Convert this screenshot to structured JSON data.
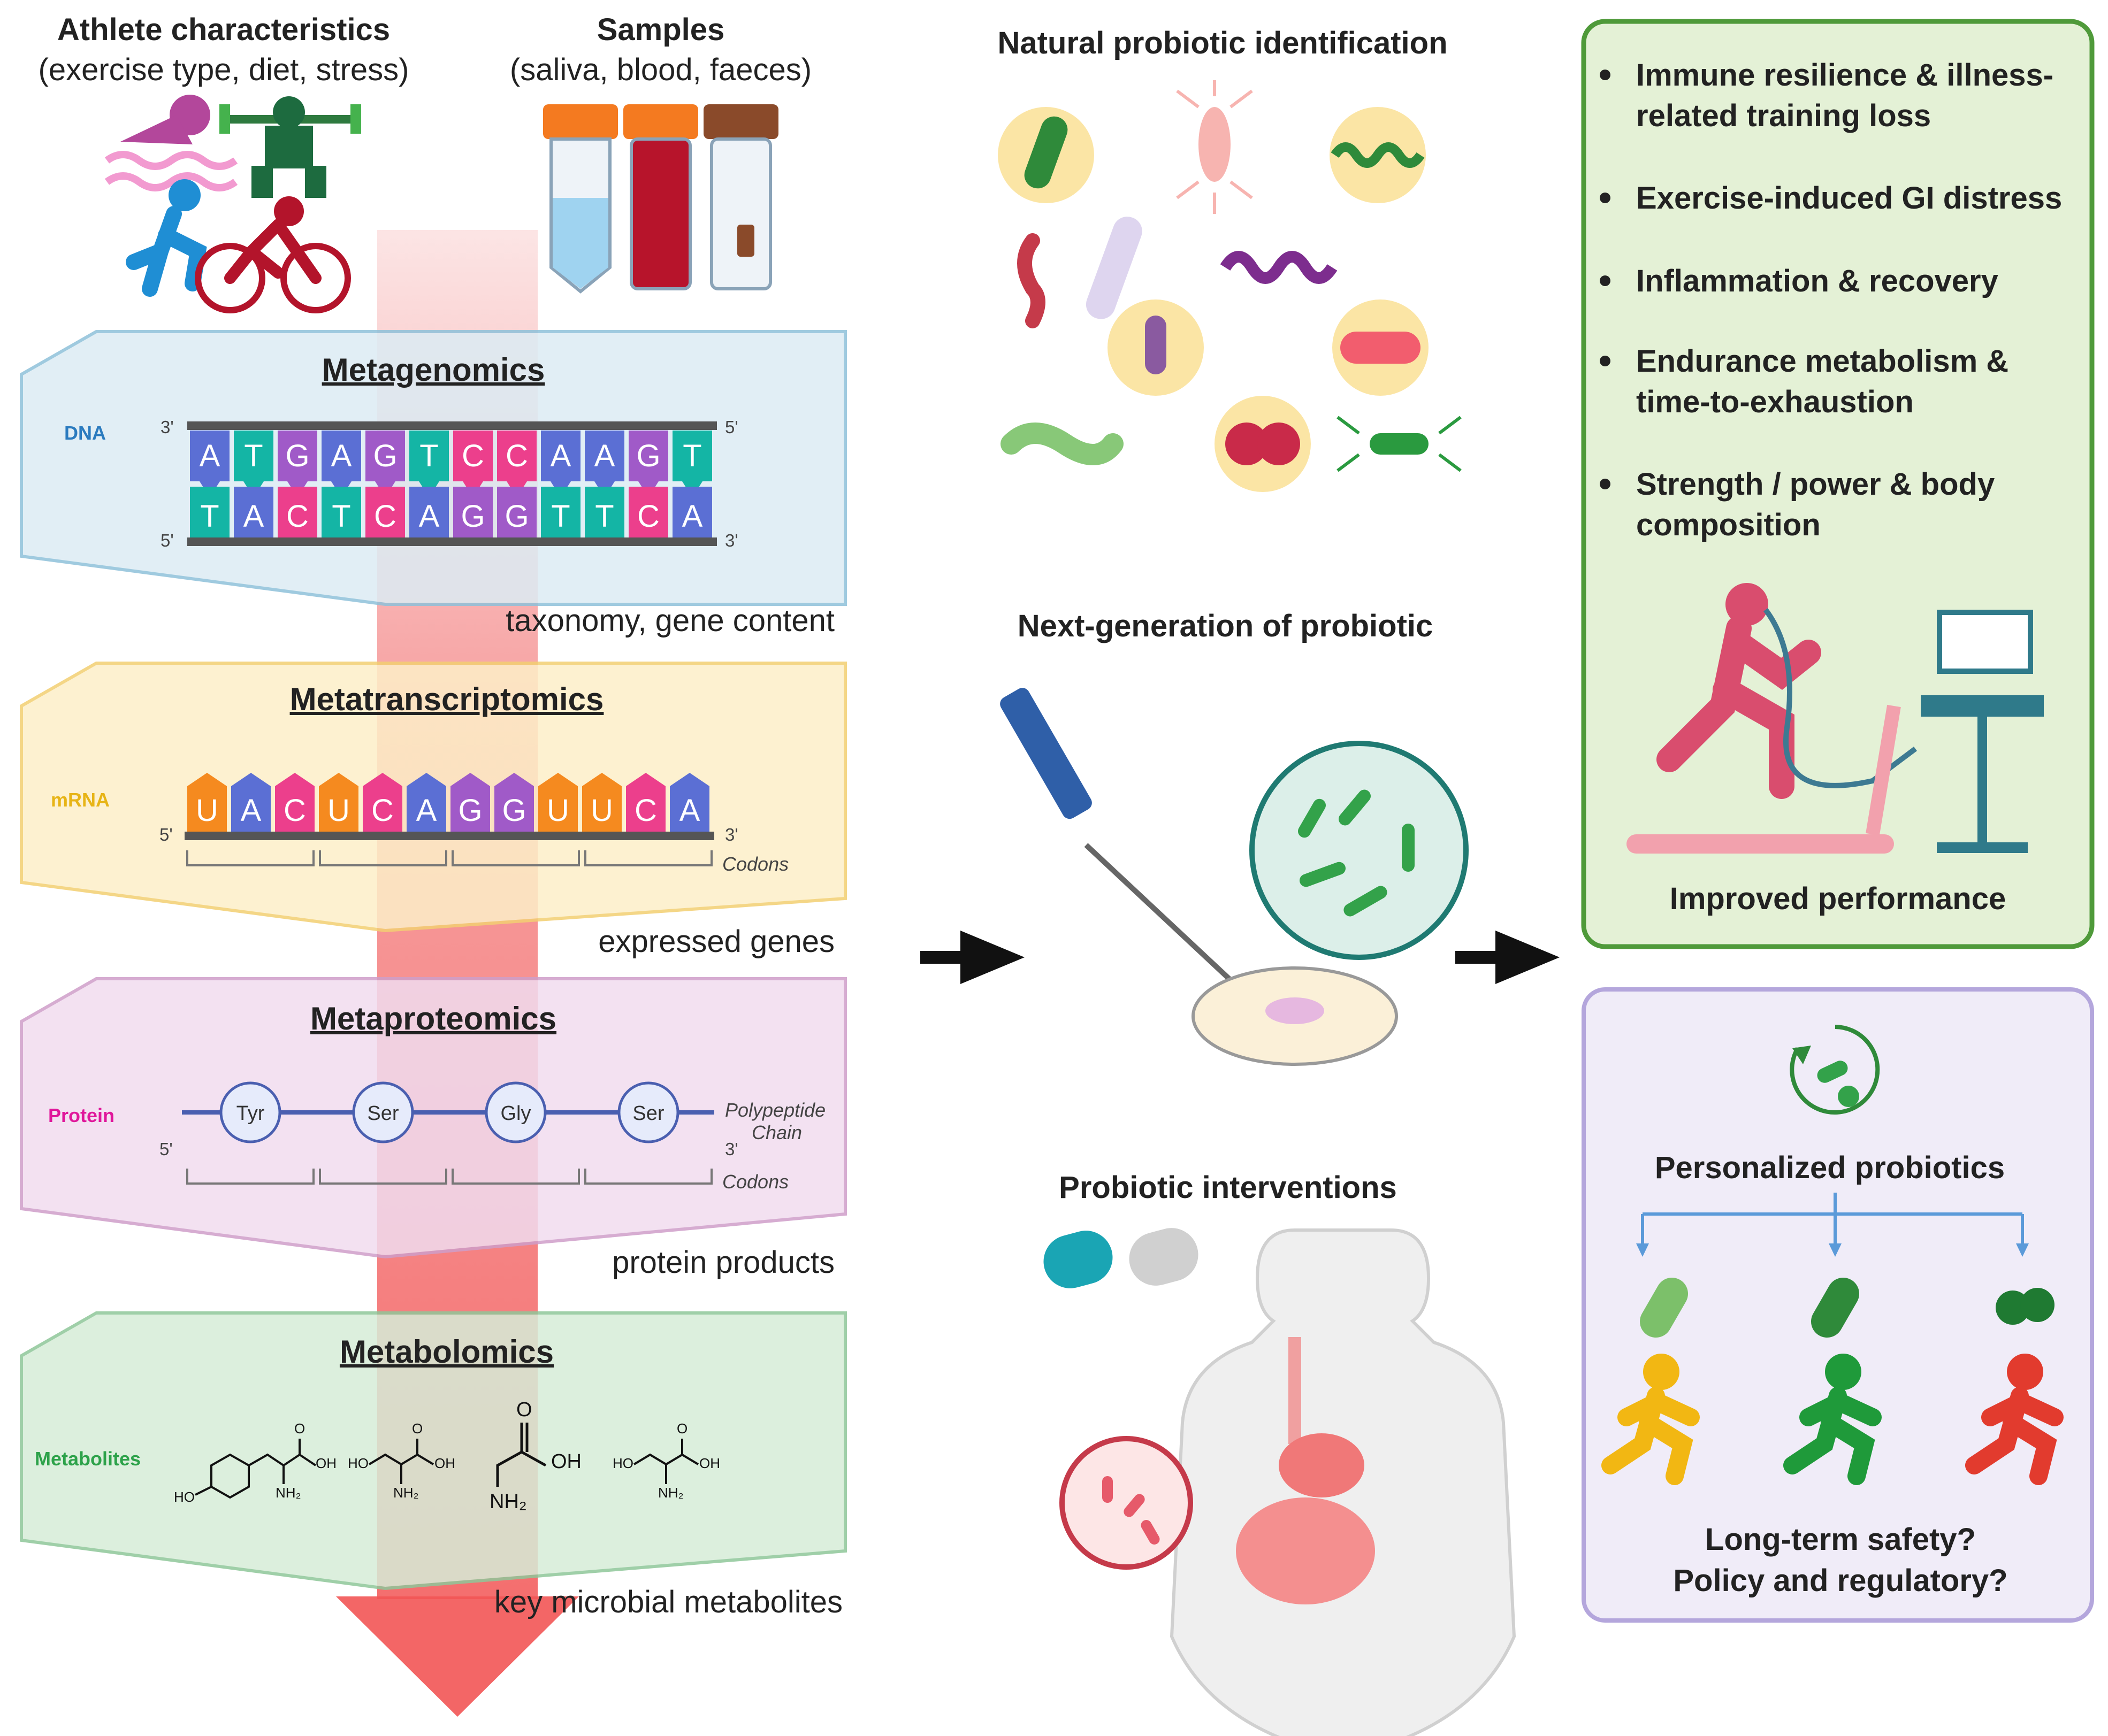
{
  "header": {
    "athlete_title": "Athlete characteristics",
    "athlete_sub": "(exercise type, diet, stress)",
    "samples_title": "Samples",
    "samples_sub": "(saliva, blood, faeces)"
  },
  "layers": [
    {
      "title": "Metagenomics",
      "side_label": "DNA",
      "caption": "taxonomy, gene content",
      "color": "#dcecf4",
      "stroke": "#8fc1da",
      "label_color": "#2b7bbf"
    },
    {
      "title": "Metatranscriptomics",
      "side_label": "mRNA",
      "caption": "expressed genes",
      "color": "#fdefc8",
      "stroke": "#f3cf72",
      "label_color": "#e7b416"
    },
    {
      "title": "Metaproteomics",
      "side_label": "Protein",
      "caption": "protein products",
      "color": "#f1dcef",
      "stroke": "#cf9ec9",
      "label_color": "#e0179b"
    },
    {
      "title": "Metabolomics",
      "side_label": "Metabolites",
      "caption": "key microbial metabolites",
      "color": "#d6edd8",
      "stroke": "#8fc79a",
      "label_color": "#2da24a"
    }
  ],
  "dna": {
    "top": [
      "A",
      "T",
      "G",
      "A",
      "G",
      "T",
      "C",
      "C",
      "A",
      "A",
      "G",
      "T"
    ],
    "bottom": [
      "T",
      "A",
      "C",
      "T",
      "C",
      "A",
      "G",
      "G",
      "T",
      "T",
      "C",
      "A"
    ],
    "end_3": "3'",
    "end_5": "5'"
  },
  "mrna": {
    "bases": [
      "U",
      "A",
      "C",
      "U",
      "C",
      "A",
      "G",
      "G",
      "U",
      "U",
      "C",
      "A"
    ],
    "end_5": "5'",
    "end_3": "3'",
    "codons_label": "Codons"
  },
  "protein": {
    "amino_acids": [
      "Tyr",
      "Ser",
      "Gly",
      "Ser"
    ],
    "chain_line1": "Polypeptide",
    "chain_line2": "Chain",
    "end_5": "5'",
    "end_3": "3'",
    "codons_label": "Codons"
  },
  "metabolites": {
    "ho": "HO",
    "oh": "OH",
    "o": "O",
    "nh2": "NH₂"
  },
  "middle": {
    "identification_title": "Natural probiotic identification",
    "nextgen_title": "Next-generation of probiotic",
    "interventions_title": "Probiotic interventions"
  },
  "outcomes": {
    "bullets": [
      {
        "line1": "Immune resilience & illness-",
        "line2": "related training loss"
      },
      {
        "line1": "Exercise-induced GI distress",
        "line2": ""
      },
      {
        "line1": "Inflammation & recovery",
        "line2": ""
      },
      {
        "line1": "Endurance metabolism &",
        "line2": "time-to-exhaustion"
      },
      {
        "line1": "Strength / power & body",
        "line2": "composition"
      }
    ],
    "caption": "Improved performance"
  },
  "personalized": {
    "title": "Personalized probiotics",
    "question1": "Long-term safety?",
    "question2": "Policy and regulatory?",
    "runner_colors": [
      "#f2b713",
      "#1f9a3a",
      "#e23b2e"
    ]
  },
  "colors": {
    "base_A": "#5b6fd4",
    "base_T": "#14b5a5",
    "base_G": "#a05ac8",
    "base_C": "#ec3f8c",
    "base_U": "#f58a1f",
    "arrow": "#f2585b",
    "outcome_border": "#4f9a3a",
    "outcome_fill": "#e4f1d6",
    "personal_border": "#b4a6dc",
    "personal_fill": "#f0ecf8"
  }
}
